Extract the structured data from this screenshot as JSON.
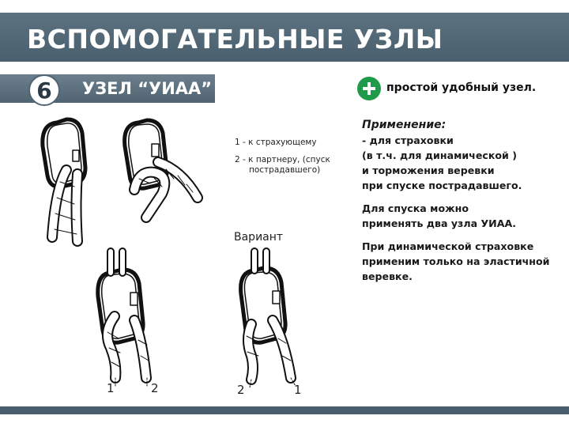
{
  "header": {
    "title": "ВСПОМОГАТЕЛЬНЫЕ УЗЛЫ"
  },
  "section": {
    "number": "6",
    "title": "УЗЕЛ “УИАА”"
  },
  "feature": {
    "text": "простой удобный узел."
  },
  "info": {
    "heading": "Применение:",
    "lines": [
      "- для страховки",
      "(в т.ч. для динамической )",
      "и торможения веревки",
      "при спуске пострадавшего."
    ],
    "para2": [
      "Для спуска можно",
      "применять два узла УИАА."
    ],
    "para3": [
      "При динамической страховке",
      "применим только на эластичной",
      "веревке."
    ]
  },
  "legend": {
    "item1": "1 - к страхующему",
    "item2a": "2 - к партнеру, (спуск",
    "item2b": "пострадавшего)"
  },
  "variant_label": "Вариант",
  "rope_labels": {
    "left1": "1",
    "left2": "2",
    "right2": "2",
    "right1": "1"
  },
  "colors": {
    "header": "#4a5f6e",
    "accent": "#1f9a4b"
  },
  "icons": {
    "plus": "plus-circle-icon"
  }
}
